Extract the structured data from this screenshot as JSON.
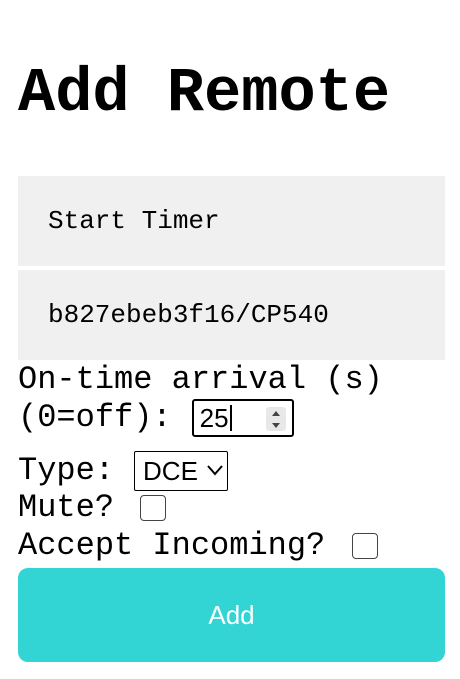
{
  "page": {
    "title": "Add Remote"
  },
  "form": {
    "name_value": "Start Timer",
    "id_value": "b827ebeb3f16/CP540",
    "arrival_label_line1": "On-time arrival (s)",
    "arrival_label_line2": "(0=off):",
    "arrival_value": "25",
    "type_label": "Type:",
    "type_selected": "DCE",
    "mute_label": "Mute?",
    "mute_checked": false,
    "incoming_label": "Accept Incoming?",
    "incoming_checked": false,
    "add_label": "Add"
  },
  "colors": {
    "field_background": "#f0f0f0",
    "accent": "#33d4d4",
    "button_text": "#ffffff"
  },
  "icons": {
    "spinner": "number-spinner-icon",
    "select_chevron": "chevron-down-icon"
  }
}
